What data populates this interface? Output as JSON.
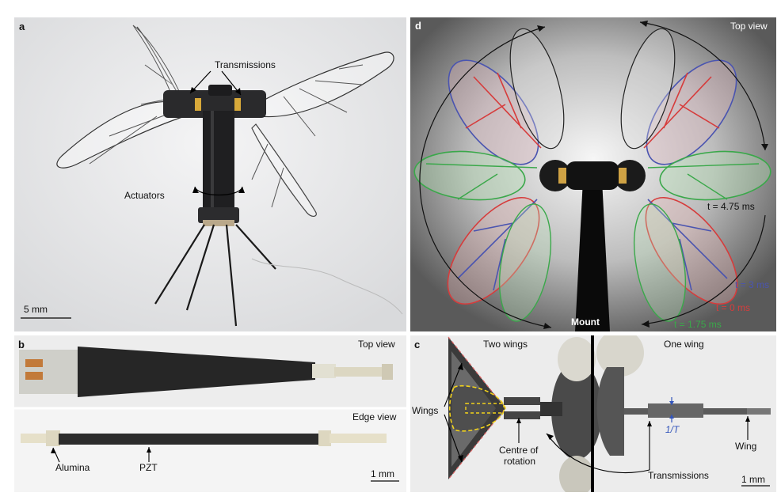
{
  "panel_a": {
    "label": "a",
    "transmissions": "Transmissions",
    "actuators": "Actuators",
    "scale_bar": "5 mm"
  },
  "panel_b": {
    "label": "b",
    "top_view": "Top view",
    "edge_view": "Edge view",
    "alumina": "Alumina",
    "pzt": "PZT",
    "scale_bar": "1 mm"
  },
  "panel_c": {
    "label": "c",
    "two_wings": "Two wings",
    "one_wing": "One wing",
    "wings": "Wings",
    "centre_of_rotation_1": "Centre of",
    "centre_of_rotation_2": "rotation",
    "transmissions": "Transmissions",
    "one_over_t": "1/T",
    "wing": "Wing",
    "scale_bar": "1 mm"
  },
  "panel_d": {
    "label": "d",
    "top_view": "Top view",
    "t_475": "t = 4.75 ms",
    "t_3": "t = 3 ms",
    "t_0": "t = 0 ms",
    "t_175": "t = 1.75 ms",
    "mount": "Mount",
    "colors": {
      "blue": "#4a54b0",
      "red": "#d63c3c",
      "green": "#3aa84a"
    }
  }
}
